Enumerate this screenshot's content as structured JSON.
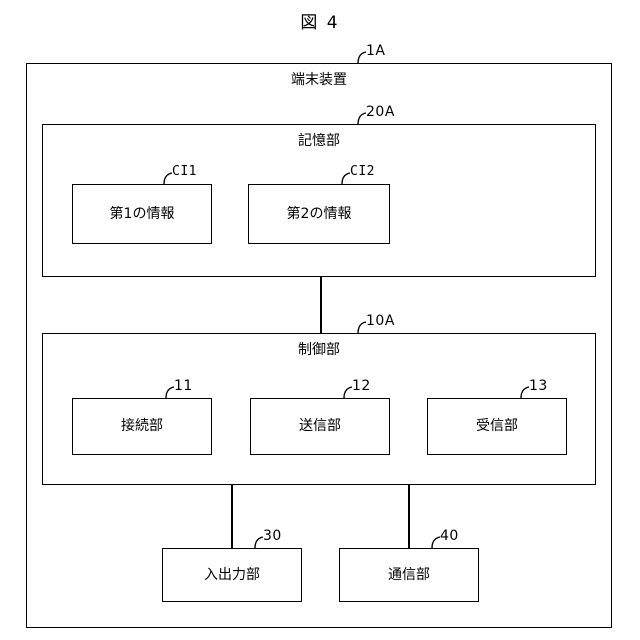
{
  "figure": {
    "title": "図 4",
    "terminal": {
      "ref": "1A",
      "label": "端末装置"
    },
    "storage": {
      "ref": "20A",
      "label": "記憶部",
      "items": [
        {
          "ref": "CI1",
          "label": "第1の情報"
        },
        {
          "ref": "CI2",
          "label": "第2の情報"
        }
      ]
    },
    "controller": {
      "ref": "10A",
      "label": "制御部",
      "items": [
        {
          "ref": "11",
          "label": "接続部"
        },
        {
          "ref": "12",
          "label": "送信部"
        },
        {
          "ref": "13",
          "label": "受信部"
        }
      ]
    },
    "peripherals": [
      {
        "ref": "30",
        "label": "入出力部"
      },
      {
        "ref": "40",
        "label": "通信部"
      }
    ],
    "colors": {
      "line": "#000000",
      "background": "#ffffff",
      "text": "#000000"
    }
  }
}
